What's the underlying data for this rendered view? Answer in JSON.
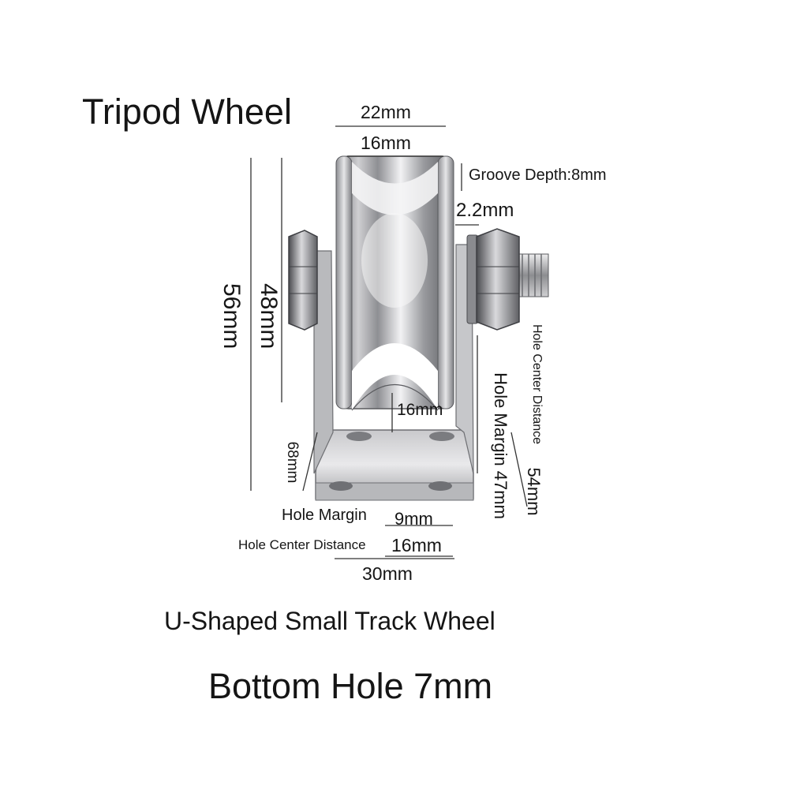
{
  "product": {
    "title": "Tripod Wheel",
    "subtitle": "U-Shaped Small Track Wheel",
    "footer": "Bottom Hole 7mm"
  },
  "dimensions": {
    "top_width": "22mm",
    "groove_width": "16mm",
    "groove_depth": "Groove Depth:8mm",
    "flange_thickness": "2.2mm",
    "overall_height": "56mm",
    "wheel_diameter": "48mm",
    "inner_groove": "16mm",
    "bracket_height": "68mm",
    "hole_margin_label": "Hole Margin",
    "hole_margin_value": "9mm",
    "hole_center_label": "Hole Center Distance",
    "hole_center_value": "16mm",
    "base_width": "30mm",
    "side_hole_margin": "Hole Margin 47mm",
    "side_hole_center_label": "Hole Center Distance",
    "side_hole_center_value": "54mm"
  },
  "colors": {
    "steel_light": "#e8e8ea",
    "steel_mid": "#a9a9ad",
    "steel_dark": "#55565a",
    "line": "#333333"
  }
}
